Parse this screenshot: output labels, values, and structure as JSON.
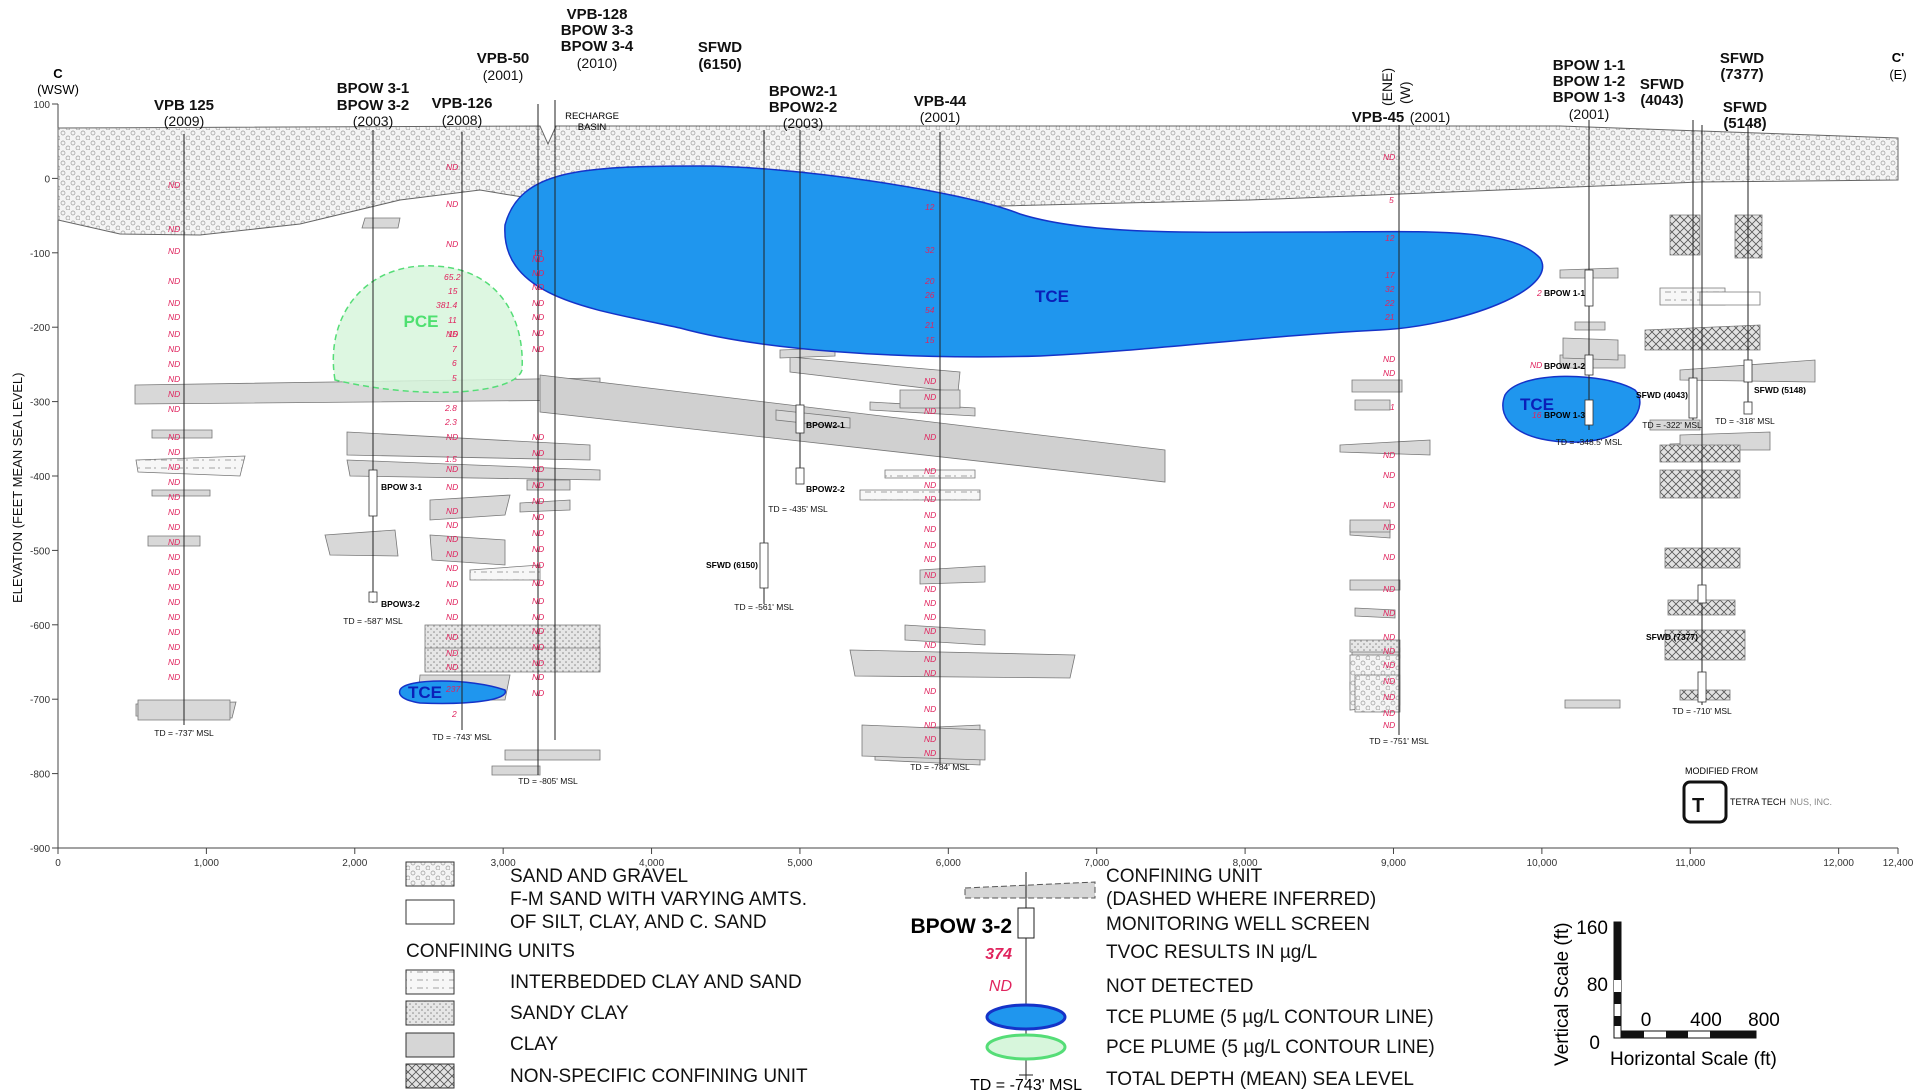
{
  "section": {
    "left_end": "C",
    "left_dir": "(WSW)",
    "right_end": "C'",
    "right_dir": "(E)",
    "y_axis_label": "ELEVATION (FEET MEAN SEA LEVEL)",
    "y_ticks": [
      "100",
      "0",
      "-100",
      "-200",
      "-300",
      "-400",
      "-500",
      "-600",
      "-700",
      "-800",
      "-900"
    ],
    "x_ticks": [
      "0",
      "1,000",
      "2,000",
      "3,000",
      "4,000",
      "5,000",
      "6,000",
      "7,000",
      "8,000",
      "9,000",
      "10,000",
      "11,000",
      "12,000",
      "12,400"
    ],
    "recharge_basin": [
      "RECHARGE",
      "BASIN"
    ]
  },
  "wells": [
    {
      "label": "VPB 125",
      "year": "(2009)",
      "td": "TD = -737' MSL"
    },
    {
      "label1": "BPOW 3-1",
      "label2": "BPOW 3-2",
      "year": "(2003)",
      "td": "TD = -587' MSL",
      "screen1": "BPOW 3-1",
      "screen2": "BPOW3-2"
    },
    {
      "label": "VPB-126",
      "year": "(2008)",
      "td": "TD = -743' MSL"
    },
    {
      "label": "VPB-50",
      "year": "(2001)",
      "td": "TD = -805' MSL"
    },
    {
      "label1": "VPB-128",
      "label2": "BPOW 3-3",
      "label3": "BPOW 3-4",
      "year": "(2010)"
    },
    {
      "label1": "SFWD",
      "label2": "(6150)",
      "td": "TD = -561' MSL",
      "screen": "SFWD (6150)"
    },
    {
      "label1": "BPOW2-1",
      "label2": "BPOW2-2",
      "year": "(2003)",
      "td": "TD = -435' MSL",
      "screen1": "BPOW2-1",
      "screen2": "BPOW2-2"
    },
    {
      "label": "VPB-44",
      "year": "(2001)",
      "td": "TD = -784' MSL"
    },
    {
      "label": "VPB-45",
      "year": "(2001)",
      "dir1": "(ENE)",
      "dir2": "(W)",
      "td": "TD = -751' MSL"
    },
    {
      "label1": "BPOW 1-1",
      "label2": "BPOW 1-2",
      "label3": "BPOW 1-3",
      "year": "(2001)",
      "td": "TD = -348.5' MSL",
      "screen1": "BPOW 1-1",
      "screen2": "BPOW 1-2",
      "screen3": "BPOW 1-3"
    },
    {
      "label1": "SFWD",
      "label2": "(4043)",
      "td": "TD = -322' MSL",
      "screen": "SFWD (4043)"
    },
    {
      "label1": "SFWD",
      "label2": "(7377)",
      "td": "TD = -710' MSL",
      "screen": "SFWD (7377)"
    },
    {
      "label1": "SFWD",
      "label2": "(5148)",
      "td": "TD = -318' MSL",
      "screen": "SFWD (5148)"
    }
  ],
  "results": {
    "nd": "ND",
    "vpb126": [
      "65.2",
      "15",
      "381.4",
      "11",
      "15",
      "7",
      "6",
      "5",
      "2.8",
      "2.3",
      "1.5",
      "237",
      "2"
    ],
    "vpb50": [
      "13"
    ],
    "vpb44": [
      "12",
      "32",
      "20",
      "26",
      "54",
      "21",
      "15"
    ],
    "vpb45": [
      "5",
      "12",
      "17",
      "32",
      "22",
      "21",
      "1"
    ],
    "bpow1": [
      "2",
      "16"
    ]
  },
  "plumes": {
    "tce": "TCE",
    "pce": "PCE"
  },
  "credit": {
    "line1": "MODIFIED FROM",
    "brand": "TETRA TECH",
    "suffix": "NUS, INC."
  },
  "legend": {
    "sand_gravel": "SAND AND GRAVEL",
    "fm_sand_1": "F-M SAND WITH VARYING AMTS.",
    "fm_sand_2": "OF SILT, CLAY, AND C. SAND",
    "confining_units": "CONFINING UNITS",
    "interbedded": "INTERBEDDED CLAY AND SAND",
    "sandy_clay": "SANDY CLAY",
    "clay": "CLAY",
    "nonspecific": "NON-SPECIFIC CONFINING UNIT",
    "confining_1": "CONFINING UNIT",
    "confining_2": "(DASHED WHERE INFERRED)",
    "well_name": "BPOW 3-2",
    "screen": "MONITORING WELL SCREEN",
    "tvoc_value": "374",
    "tvoc": "TVOC RESULTS IN µg/L",
    "nd_value": "ND",
    "nd": "NOT DETECTED",
    "tce": "TCE PLUME (5 µg/L CONTOUR LINE)",
    "pce": "PCE PLUME (5 µg/L CONTOUR LINE)",
    "td_value": "TD = -743' MSL",
    "td": "TOTAL DEPTH (MEAN) SEA LEVEL"
  },
  "scale": {
    "vertical_label": "Vertical Scale (ft)",
    "v160": "160",
    "v80": "80",
    "v0": "0",
    "horizontal_label": "Horizontal Scale (ft)",
    "h0": "0",
    "h400": "400",
    "h800": "800"
  },
  "colors": {
    "tce": "#1f96ee",
    "tce_edge": "#1533c8",
    "pce": "#d7f6dc",
    "pce_edge": "#55dd77",
    "nd": "#e0245e",
    "clay": "#d6d6d6"
  }
}
